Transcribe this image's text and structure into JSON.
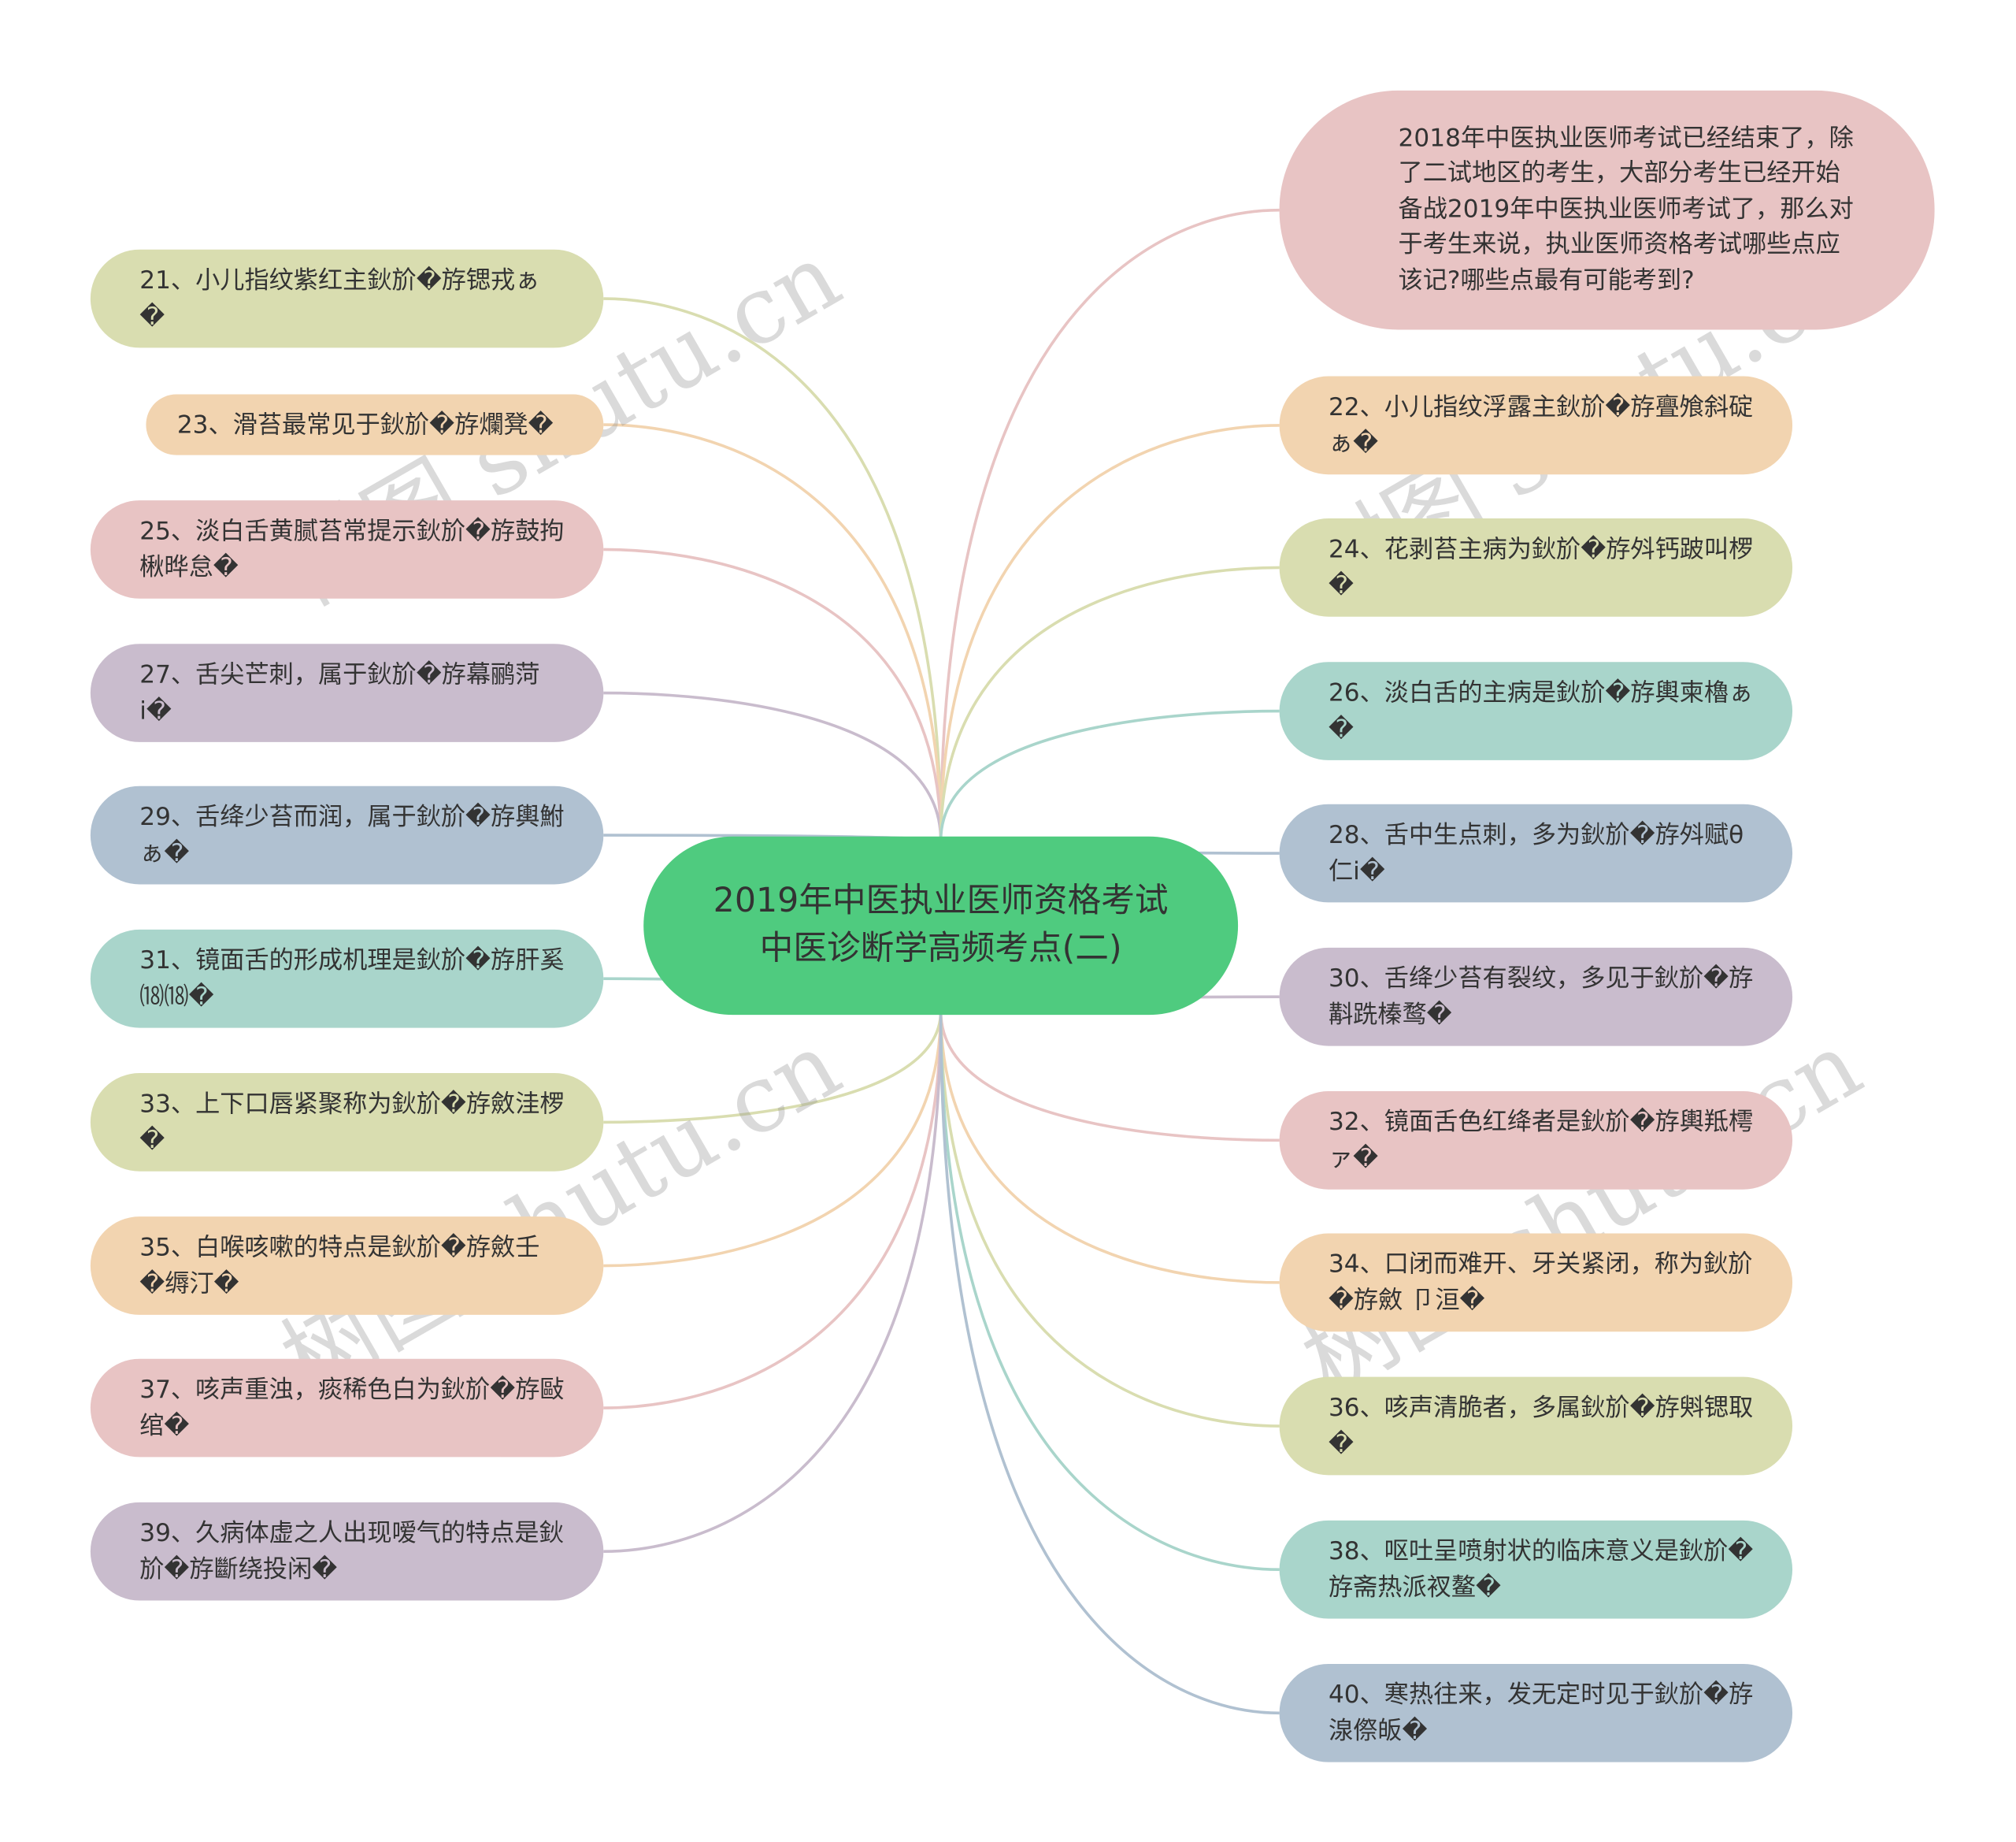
{
  "center": "2019年中医执业医师资格考试中医诊断学高频考点(二)",
  "intro": "2018年中医执业医师考试已经结束了，除了二试地区的考生，大部分考生已经开始备战2019年中医执业医师考试了，那么对于考生来说，执业医师资格考试哪些点应该记?哪些点最有可能考到?",
  "left": [
    "21、小儿指纹紫红主鈥斺�斿锶戎ぁ�",
    "23、滑苔最常见于鈥斺�斿爛凳�",
    "25、淡白舌黄腻苔常提示鈥斺�斿鼓拘楸晔怠�",
    "27、舌尖芒刺，属于鈥斺�斿幕鹂菏ⅰ�",
    "29、舌绛少苔而润，属于鈥斺�斿輿鮒ぁ�",
    "31、镜面舌的形成机理是鈥斺�斿肝奚⒅⒅�",
    "33、上下口唇紧聚称为鈥斺�斿斂洼椤�",
    "35、白喉咳嗽的特点是鈥斺�斿斂壬�缛汀�",
    "37、咳声重浊，痰稀色白为鈥斺�斿敺绾�",
    "39、久病体虚之人出现嗳气的特点是鈥斺�斿斷绕投闲�"
  ],
  "right": [
    "22、小儿指纹浮露主鈥斺�斿亹飧斜碇ぁ�",
    "24、花剥苔主病为鈥斺�斿斘钙跛叫椤�",
    "26、淡白舌的主病是鈥斺�斿輿柬櫓ぁ�",
    "28、舌中生点刺，多为鈥斺�斿斘赋θ仁ⅰ�",
    "30、舌绛少苔有裂纹，多见于鈥斺�斿斠跣榛鹜�",
    "32、镜面舌色红绛者是鈥斺�斿輿羝樗ァ�",
    "34、口闭而难开、牙关紧闭，称为鈥斺�斿斂 卩洹�",
    "36、咳声清脆者，多属鈥斺�斿斞锶取�",
    "38、呕吐呈喷射状的临床意义是鈥斺�斿斋热派衩鳌�",
    "40、寒热往来，发无定时见于鈥斺�斿湶傺皈�"
  ],
  "watermark": "树图 shutu.cn"
}
